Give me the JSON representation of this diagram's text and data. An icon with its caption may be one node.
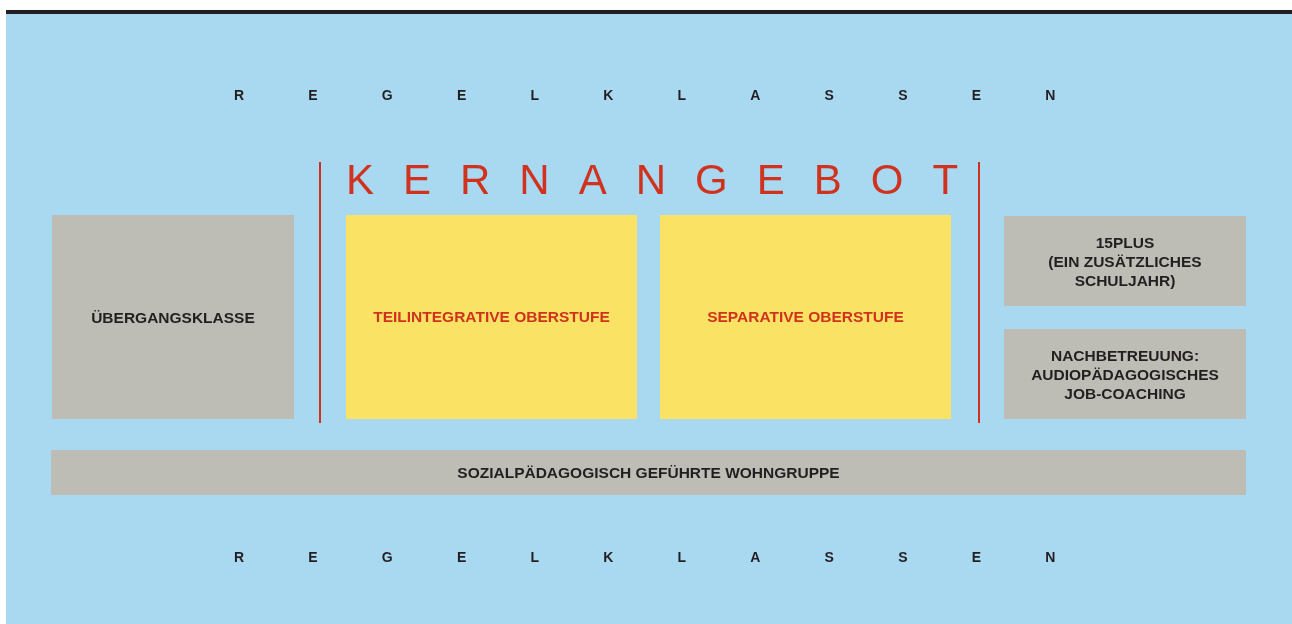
{
  "diagram": {
    "nodes": [
      {
        "text": [
          "ÜBERGANGSKLASSE"
        ]
      },
      {
        "text": [
          "KERNANGEBOT"
        ]
      },
      {
        "text": [
          "TEILINTEGRATIVE OBERSTUFE"
        ],
        "in": 1
      },
      {
        "text": [
          "SEPARATIVE OBERSTUFE"
        ],
        "in": 1
      },
      {
        "text": [
          "15PLUS",
          "(EIN ZUSÄTZLICHES SCHULJAHR)"
        ]
      },
      {
        "text": [
          "NACHBETREUUNG:",
          "AUDIOPÄDAGOGISCHES JOB-COACHING"
        ]
      },
      {
        "text": [
          "SOZIALPÄDAGOGISCH GEFÜHRTE WOHNGRUPPE"
        ]
      }
    ],
    "labels": [
      "REGELKLASSEN",
      "REGELKLASSEN"
    ]
  }
}
